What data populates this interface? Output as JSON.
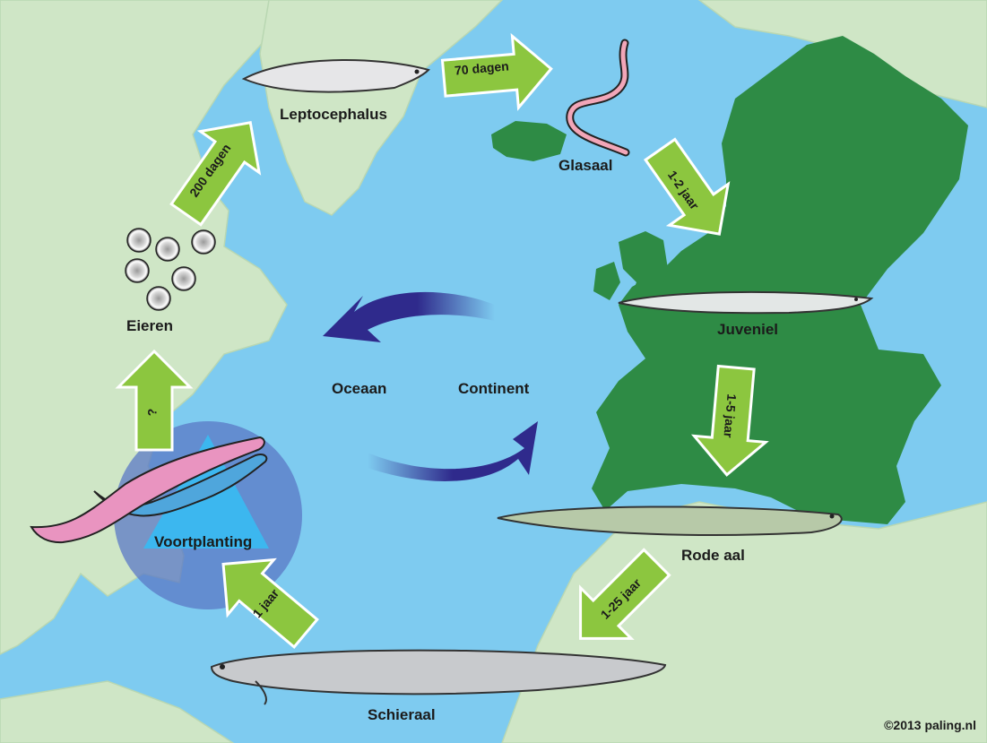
{
  "stages": {
    "leptocephalus": "Leptocephalus",
    "glasaal": "Glasaal",
    "juveniel": "Juveniel",
    "rode_aal": "Rode aal",
    "schieraal": "Schieraal",
    "voortplanting": "Voortplanting",
    "eieren": "Eieren"
  },
  "arrows": {
    "a200": "200 dagen",
    "a70": "70 dagen",
    "a12": "1-2 jaar",
    "a15": "1-5 jaar",
    "a125": "1-25 jaar",
    "a1": "1 jaar",
    "aq": "?"
  },
  "regions": {
    "ocean": "Oceaan",
    "continent": "Continent"
  },
  "copyright": "©2013 paling.nl",
  "colors": {
    "ocean": "#7ecbf0",
    "land": "#cfe6c6",
    "europe": "#2e8b45",
    "arrow": "#8cc63f",
    "current": "#2f2a8c"
  }
}
